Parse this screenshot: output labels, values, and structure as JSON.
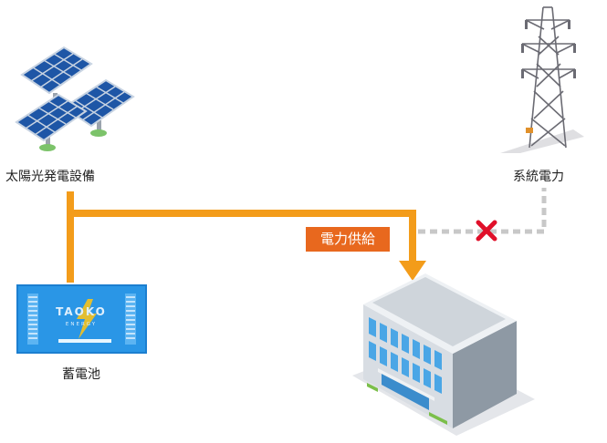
{
  "labels": {
    "solar": "太陽光発電設備",
    "grid": "系統電力",
    "battery": "蓄電池",
    "supply": "電力供給"
  },
  "battery_brand": {
    "name": "TAOKO",
    "sub": "ENERGY"
  },
  "colors": {
    "flow": "#f39c1a",
    "tag": "#e8681e",
    "blocked_line": "#c8c8c8",
    "cross": "#e0102a",
    "battery_body": "#1f86d6"
  },
  "icons": [
    "solar-panel-icon",
    "transmission-tower-icon",
    "battery-icon",
    "building-icon",
    "cross-icon"
  ]
}
